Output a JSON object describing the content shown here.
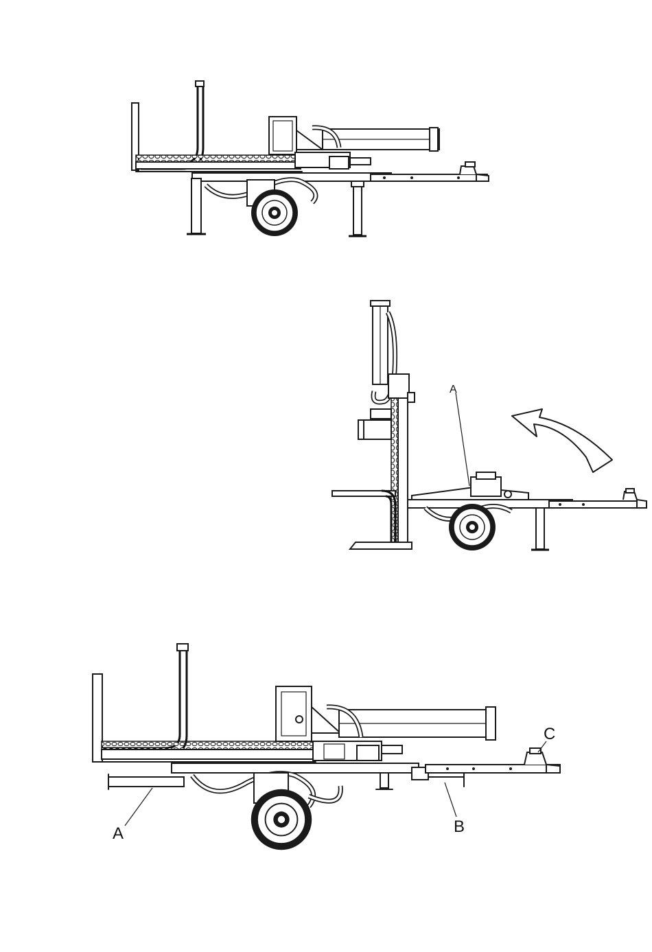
{
  "figures": [
    {
      "id": "transport-position",
      "labels": []
    },
    {
      "id": "vertical-position",
      "labels": [
        "A"
      ]
    },
    {
      "id": "horizontal-position",
      "labels": [
        "A",
        "B",
        "C"
      ]
    }
  ],
  "callouts": {
    "fig2_a": "A",
    "fig3_a": "A",
    "fig3_b": "B",
    "fig3_c": "C"
  }
}
